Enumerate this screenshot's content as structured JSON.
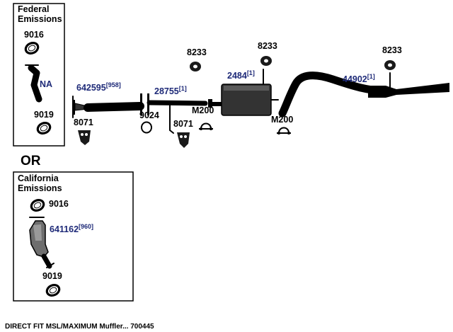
{
  "federal": {
    "heading_line1": "Federal",
    "heading_line2": "Emissions",
    "gasket_top": "9016",
    "converter": "NA",
    "gasket_bottom": "9019"
  },
  "or_label": "OR",
  "california": {
    "heading_line1": "California",
    "heading_line2": "Emissions",
    "gasket_top": "9016",
    "converter_part": "641162",
    "converter_sup": "[960]",
    "gasket_bottom": "9019"
  },
  "parts": {
    "front_pipe": "642595",
    "front_pipe_sup": "[958]",
    "intermediate_pipe": "28755",
    "intermediate_pipe_sup": "[1]",
    "muffler": "2484",
    "muffler_sup": "[1]",
    "tailpipe": "44902",
    "tailpipe_sup": "[1]",
    "hanger_left_top": "8233",
    "hanger_mid_top": "8233",
    "hanger_right_top": "8233",
    "hanger_left_bottom": "8071",
    "hanger_mid_bottom": "8071",
    "gasket_mid": "9024",
    "clamp_left": "M200",
    "clamp_right": "M200"
  },
  "caption": "DIRECT FIT MSL/MAXIMUM Muffler... 700445"
}
